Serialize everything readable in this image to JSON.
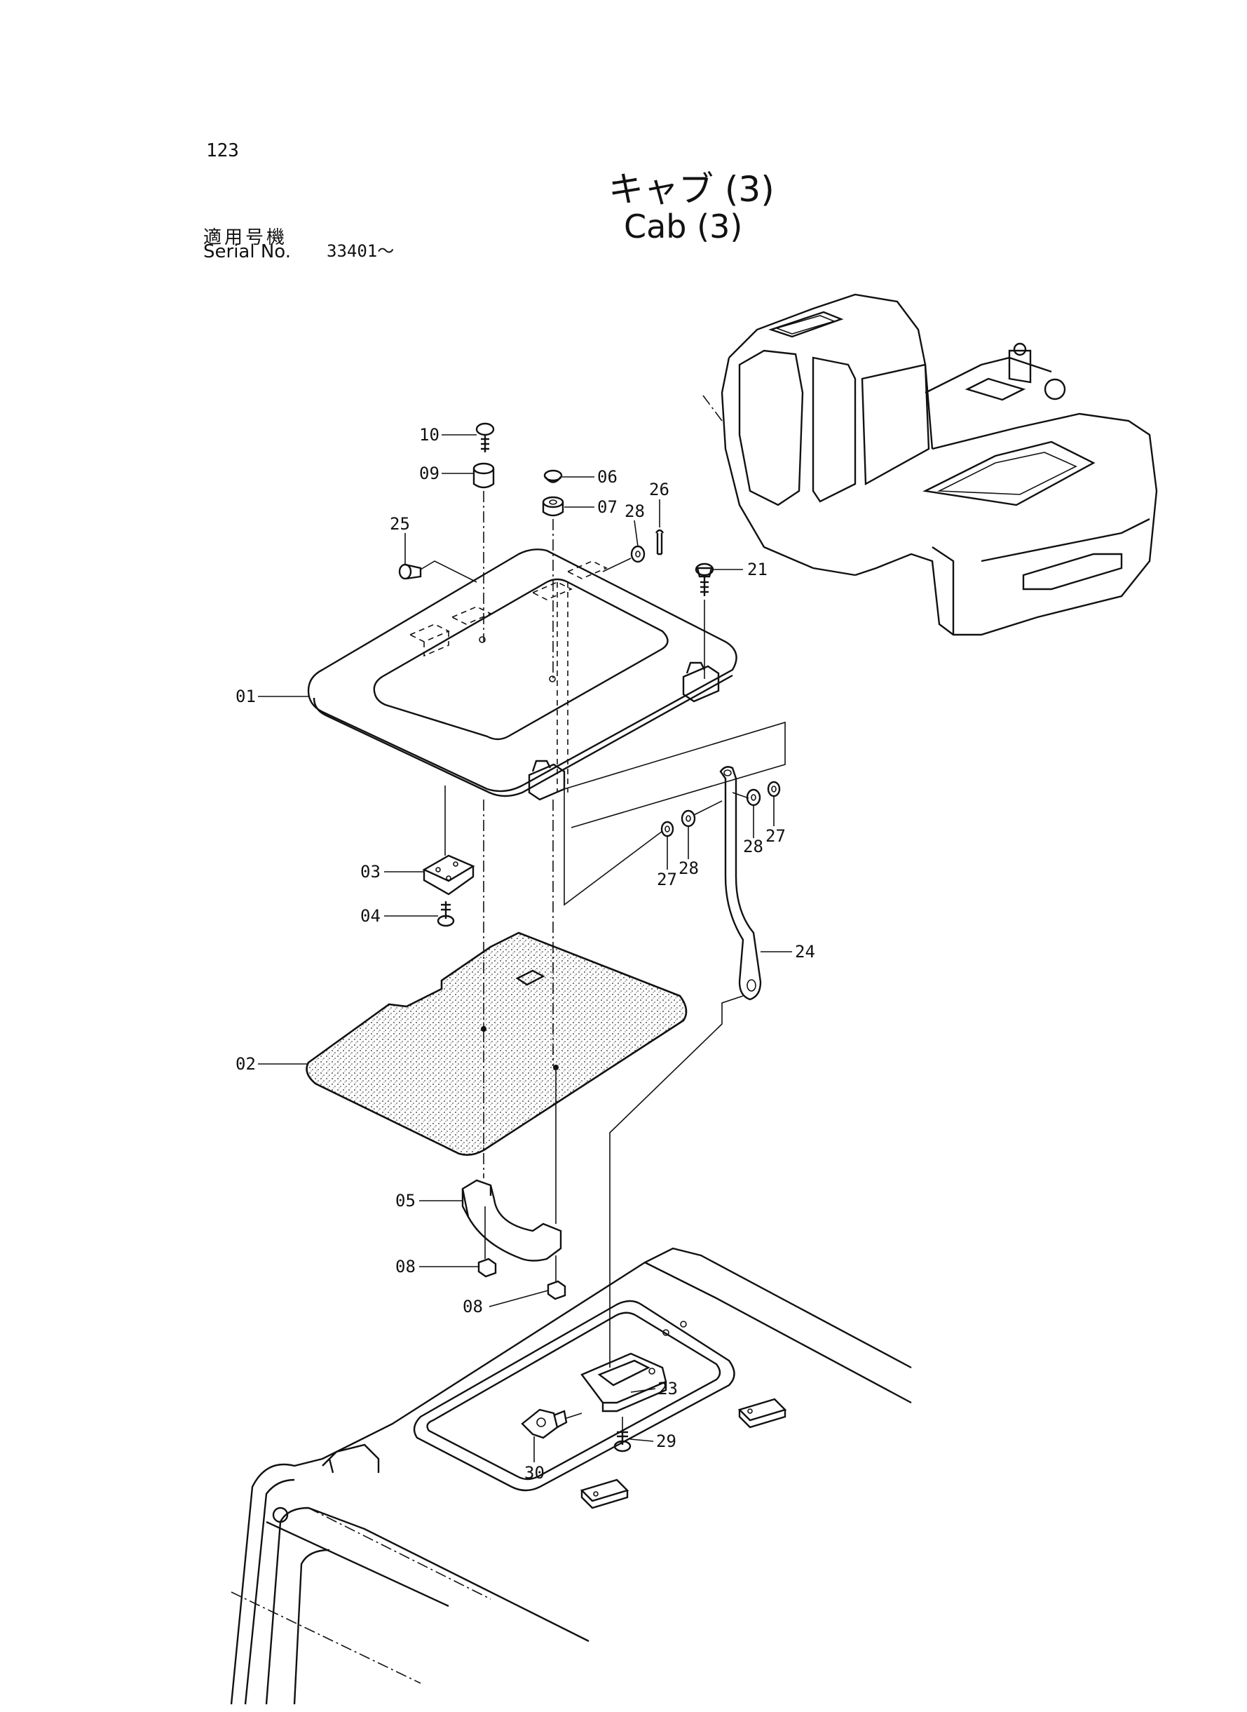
{
  "header": {
    "page_number": "123",
    "title_jp": "キャブ (3)",
    "title_en": "Cab (3)",
    "serial_label_jp": "適用号機",
    "serial_label_en": "Serial No.",
    "serial_value": "33401～"
  },
  "parts": {
    "p01": "01",
    "p02": "02",
    "p03": "03",
    "p04": "04",
    "p05": "05",
    "p06": "06",
    "p07": "07",
    "p08a": "08",
    "p08b": "08",
    "p09": "09",
    "p10": "10",
    "p21": "21",
    "p23": "23",
    "p24": "24",
    "p25": "25",
    "p26": "26",
    "p27a": "27",
    "p27b": "27",
    "p28a": "28",
    "p28b": "28",
    "p28c": "28",
    "p29": "29",
    "p30": "30"
  },
  "colors": {
    "line": "#111111",
    "background": "#ffffff"
  }
}
